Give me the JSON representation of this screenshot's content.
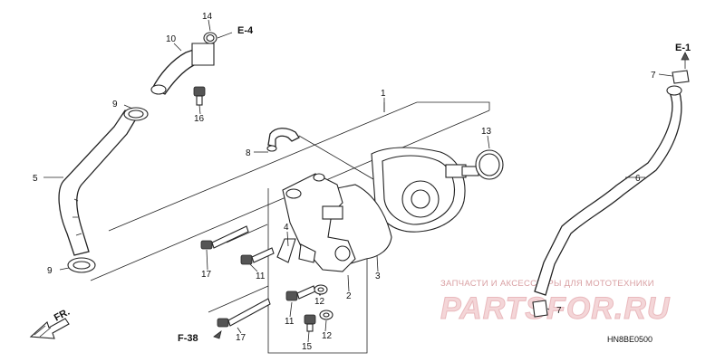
{
  "callouts": {
    "c1": "1",
    "c2": "2",
    "c3": "3",
    "c4": "4",
    "c5": "5",
    "c6": "6",
    "c7a": "7",
    "c7b": "7",
    "c8": "8",
    "c9a": "9",
    "c9b": "9",
    "c10": "10",
    "c11a": "11",
    "c11b": "11",
    "c12a": "12",
    "c12b": "12",
    "c13": "13",
    "c14": "14",
    "c15": "15",
    "c16": "16",
    "c17a": "17",
    "c17b": "17"
  },
  "refs": {
    "e4": "E-4",
    "e1": "E-1",
    "f38": "F-38"
  },
  "direction_label": "FR.",
  "diagram_code": "HN8BE0500",
  "watermark": {
    "tagline": "ЗАПЧАСТИ И АКСЕССУАРЫ ДЛЯ МОТОТЕХНИКИ",
    "brand": "PARTSFOR.RU",
    "color": "#e9b9bd"
  }
}
